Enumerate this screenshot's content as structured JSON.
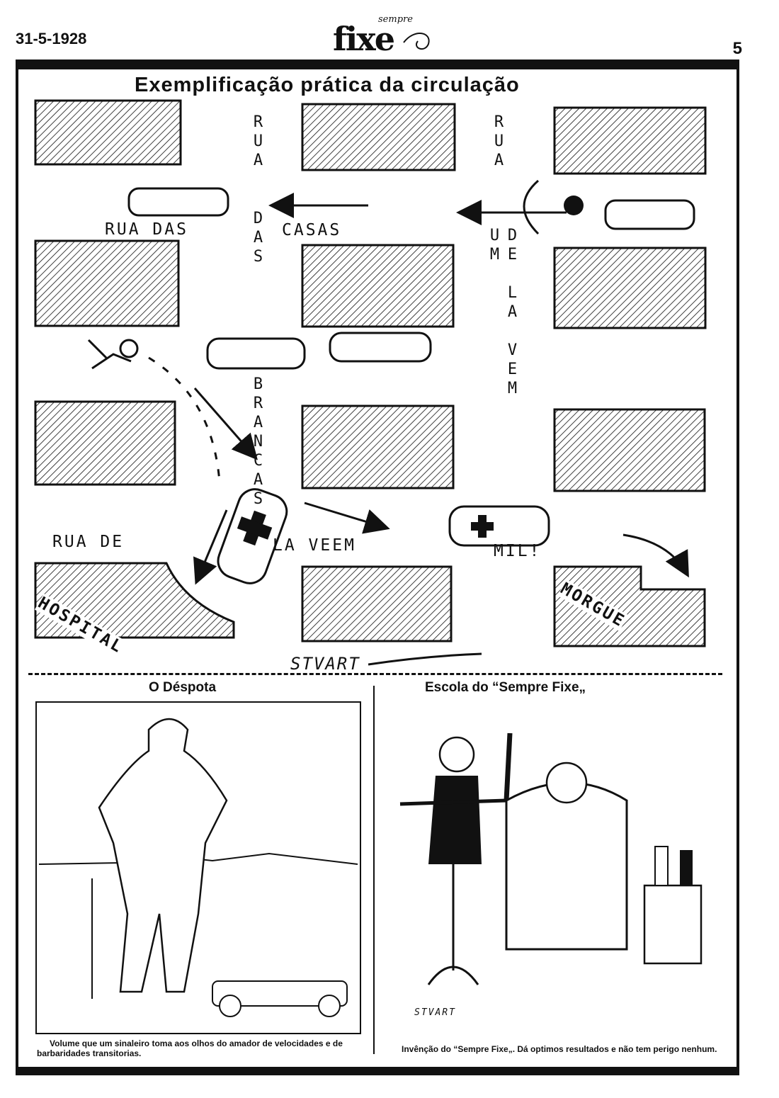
{
  "header": {
    "date": "31-5-1928",
    "masthead_main": "fixe",
    "masthead_sup": "sempre",
    "page_number": "5"
  },
  "diagram": {
    "title": "Exemplificação prática da circulação",
    "labels": {
      "rua_das": "RUA DAS",
      "casas": "CASAS",
      "das_vert": "DAS",
      "rua_vert_1": "RUA",
      "rua_vert_2": "RUA",
      "brancas": "BRANCAS",
      "de_la_vem_um": "DE LA VEM UM",
      "rua_de": "RUA DE",
      "la_veem": "LA VEEM",
      "mil": "MIL!",
      "hospital": "HOSPITAL",
      "morgue": "MORGUE"
    },
    "signature": "STVART"
  },
  "left_panel": {
    "title": "O Déspota",
    "caption": "Volume que um sinaleiro toma aos olhos do amador de velocidades e de barbaridades transitorias."
  },
  "right_panel": {
    "title": "Escola do “Sempre Fixe„",
    "caption": "Invênção do “Sempre Fixe„. Dá optimos resultados e não tem perigo nenhum.",
    "signature": "STVART"
  }
}
